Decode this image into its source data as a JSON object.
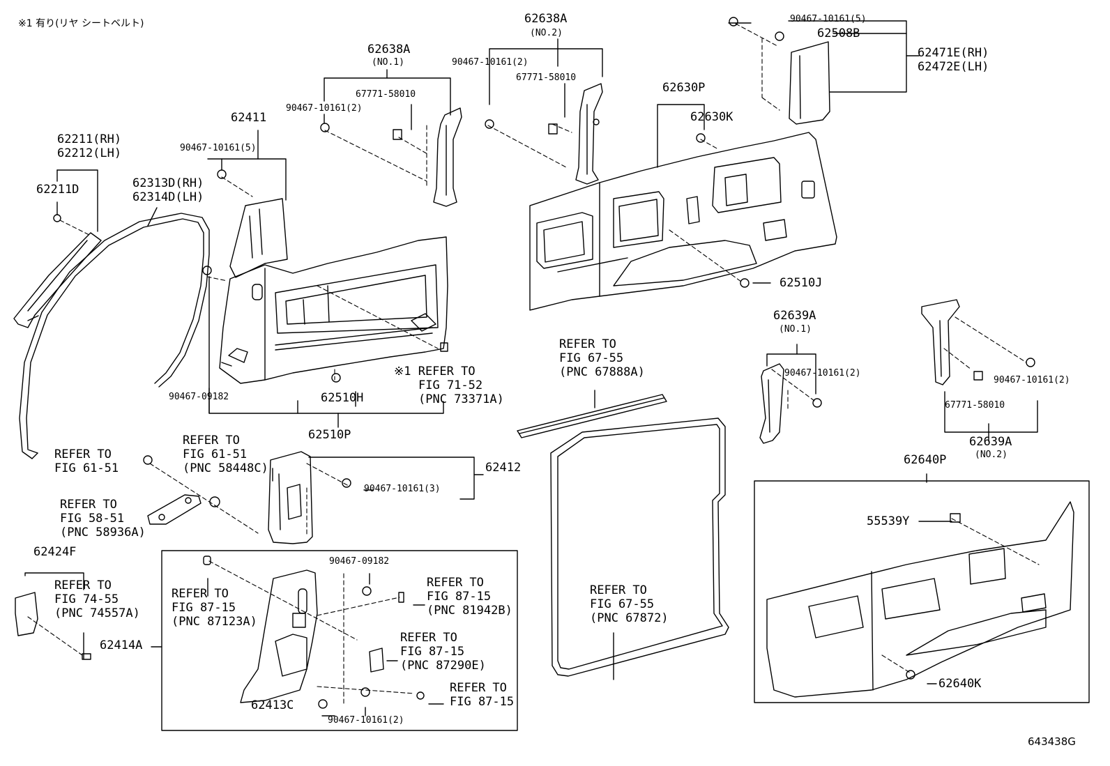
{
  "note": "※1 有り(リヤ シートベルト)",
  "figure_code": "643438G",
  "labels": {
    "p62211rh": "62211(RH)",
    "p62212lh": "62212(LH)",
    "p62211d": "62211D",
    "p62313d": "62313D(RH)",
    "p62314d": "62314D(LH)",
    "p62411": "62411",
    "p90467_5a": "90467-10161(5)",
    "p62638a_1": "62638A",
    "no1a": "(NO.1)",
    "p90467_2a": "90467-10161(2)",
    "p67771a": "67771-58010",
    "p62638a_2": "62638A",
    "no2a": "(NO.2)",
    "p90467_2b": "90467-10161(2)",
    "p67771b": "67771-58010",
    "p90467_5b": "90467-10161(5)",
    "p62508b": "62508B",
    "p62471e": "62471E(RH)",
    "p62472e": "62472E(LH)",
    "p62630p": "62630P",
    "p62630k": "62630K",
    "p62510j": "62510J",
    "ref_6755_a1": "REFER TO",
    "ref_6755_a2": "FIG 67-55",
    "ref_6755_a3": "(PNC 67888A)",
    "ref_7152_1": "※1 REFER TO",
    "ref_7152_2": "FIG 71-52",
    "ref_7152_3": "(PNC 73371A)",
    "p90467_09182a": "90467-09182",
    "p62510h": "62510H",
    "p62510p": "62510P",
    "p62639a_1": "62639A",
    "no1b": "(NO.1)",
    "p90467_2c": "90467-10161(2)",
    "p90467_2d": "90467-10161(2)",
    "p67771c": "67771-58010",
    "p62639a_2": "62639A",
    "no2b": "(NO.2)",
    "ref_6151_a1": "REFER TO",
    "ref_6151_a2": "FIG 61-51",
    "ref_6151_b1": "REFER TO",
    "ref_6151_b2": "FIG 61-51",
    "ref_6151_b3": "(PNC 58448C)",
    "ref_5851_1": "REFER TO",
    "ref_5851_2": "FIG 58-51",
    "ref_5851_3": "(PNC 58936A)",
    "p90467_3": "90467-10161(3)",
    "p62412": "62412",
    "p62424f": "62424F",
    "ref_7455_1": "REFER TO",
    "ref_7455_2": "FIG 74-55",
    "ref_7455_3": "(PNC 74557A)",
    "p62414a": "62414A",
    "ref_8715_a1": "REFER TO",
    "ref_8715_a2": "FIG 87-15",
    "ref_8715_a3": "(PNC 87123A)",
    "p90467_09182b": "90467-09182",
    "ref_8715_b1": "REFER TO",
    "ref_8715_b2": "FIG 87-15",
    "ref_8715_b3": "(PNC 81942B)",
    "ref_8715_c1": "REFER TO",
    "ref_8715_c2": "FIG 87-15",
    "ref_8715_c3": "(PNC 87290E)",
    "ref_8715_d1": "REFER TO",
    "ref_8715_d2": "FIG 87-15",
    "p62413c": "62413C",
    "p90467_2e": "90467-10161(2)",
    "ref_6755_b1": "REFER TO",
    "ref_6755_b2": "FIG 67-55",
    "ref_6755_b3": "(PNC 67872)",
    "p62640p": "62640P",
    "p55539y": "55539Y",
    "p62640k": "62640K"
  }
}
